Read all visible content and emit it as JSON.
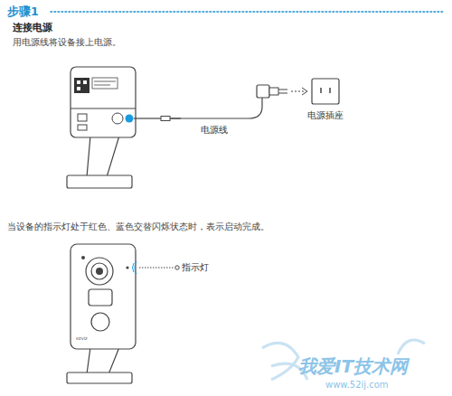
{
  "diagram": {
    "title": "步骤1",
    "labels": [
      "连接电源",
      "用电源线将设备接上电源。",
      "电源线",
      "电源插座",
      "当设备的指示灯处于红色、蓝色交替闪烁状态时，表示启动完成。",
      "指示灯",
      "ezviz",
      "我爱IT技术网",
      "www.52ij.com"
    ]
  }
}
